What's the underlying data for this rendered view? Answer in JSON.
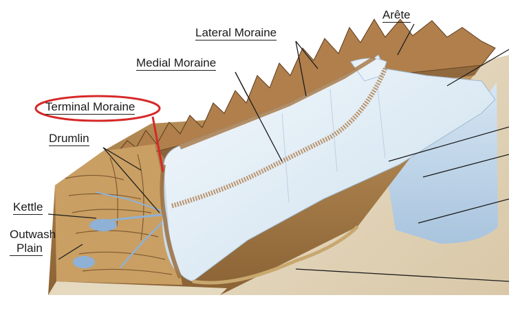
{
  "labels": {
    "arete": "Arête",
    "lateral_moraine": "Lateral Moraine",
    "medial_moraine": "Medial Moraine",
    "terminal_moraine": "Terminal Moraine",
    "drumlin": "Drumlin",
    "kettle": "Kettle",
    "outwash_plain_line1": "Outwash",
    "outwash_plain_line2": "Plain"
  },
  "colors": {
    "ice": "#dbe9f3",
    "ice_shadow": "#b7cde0",
    "rock": "#b78a55",
    "rock_dark": "#6b4a2a",
    "sediment": "#e7dcc6",
    "highlight": "#d62828",
    "water": "#8fb1d6"
  }
}
